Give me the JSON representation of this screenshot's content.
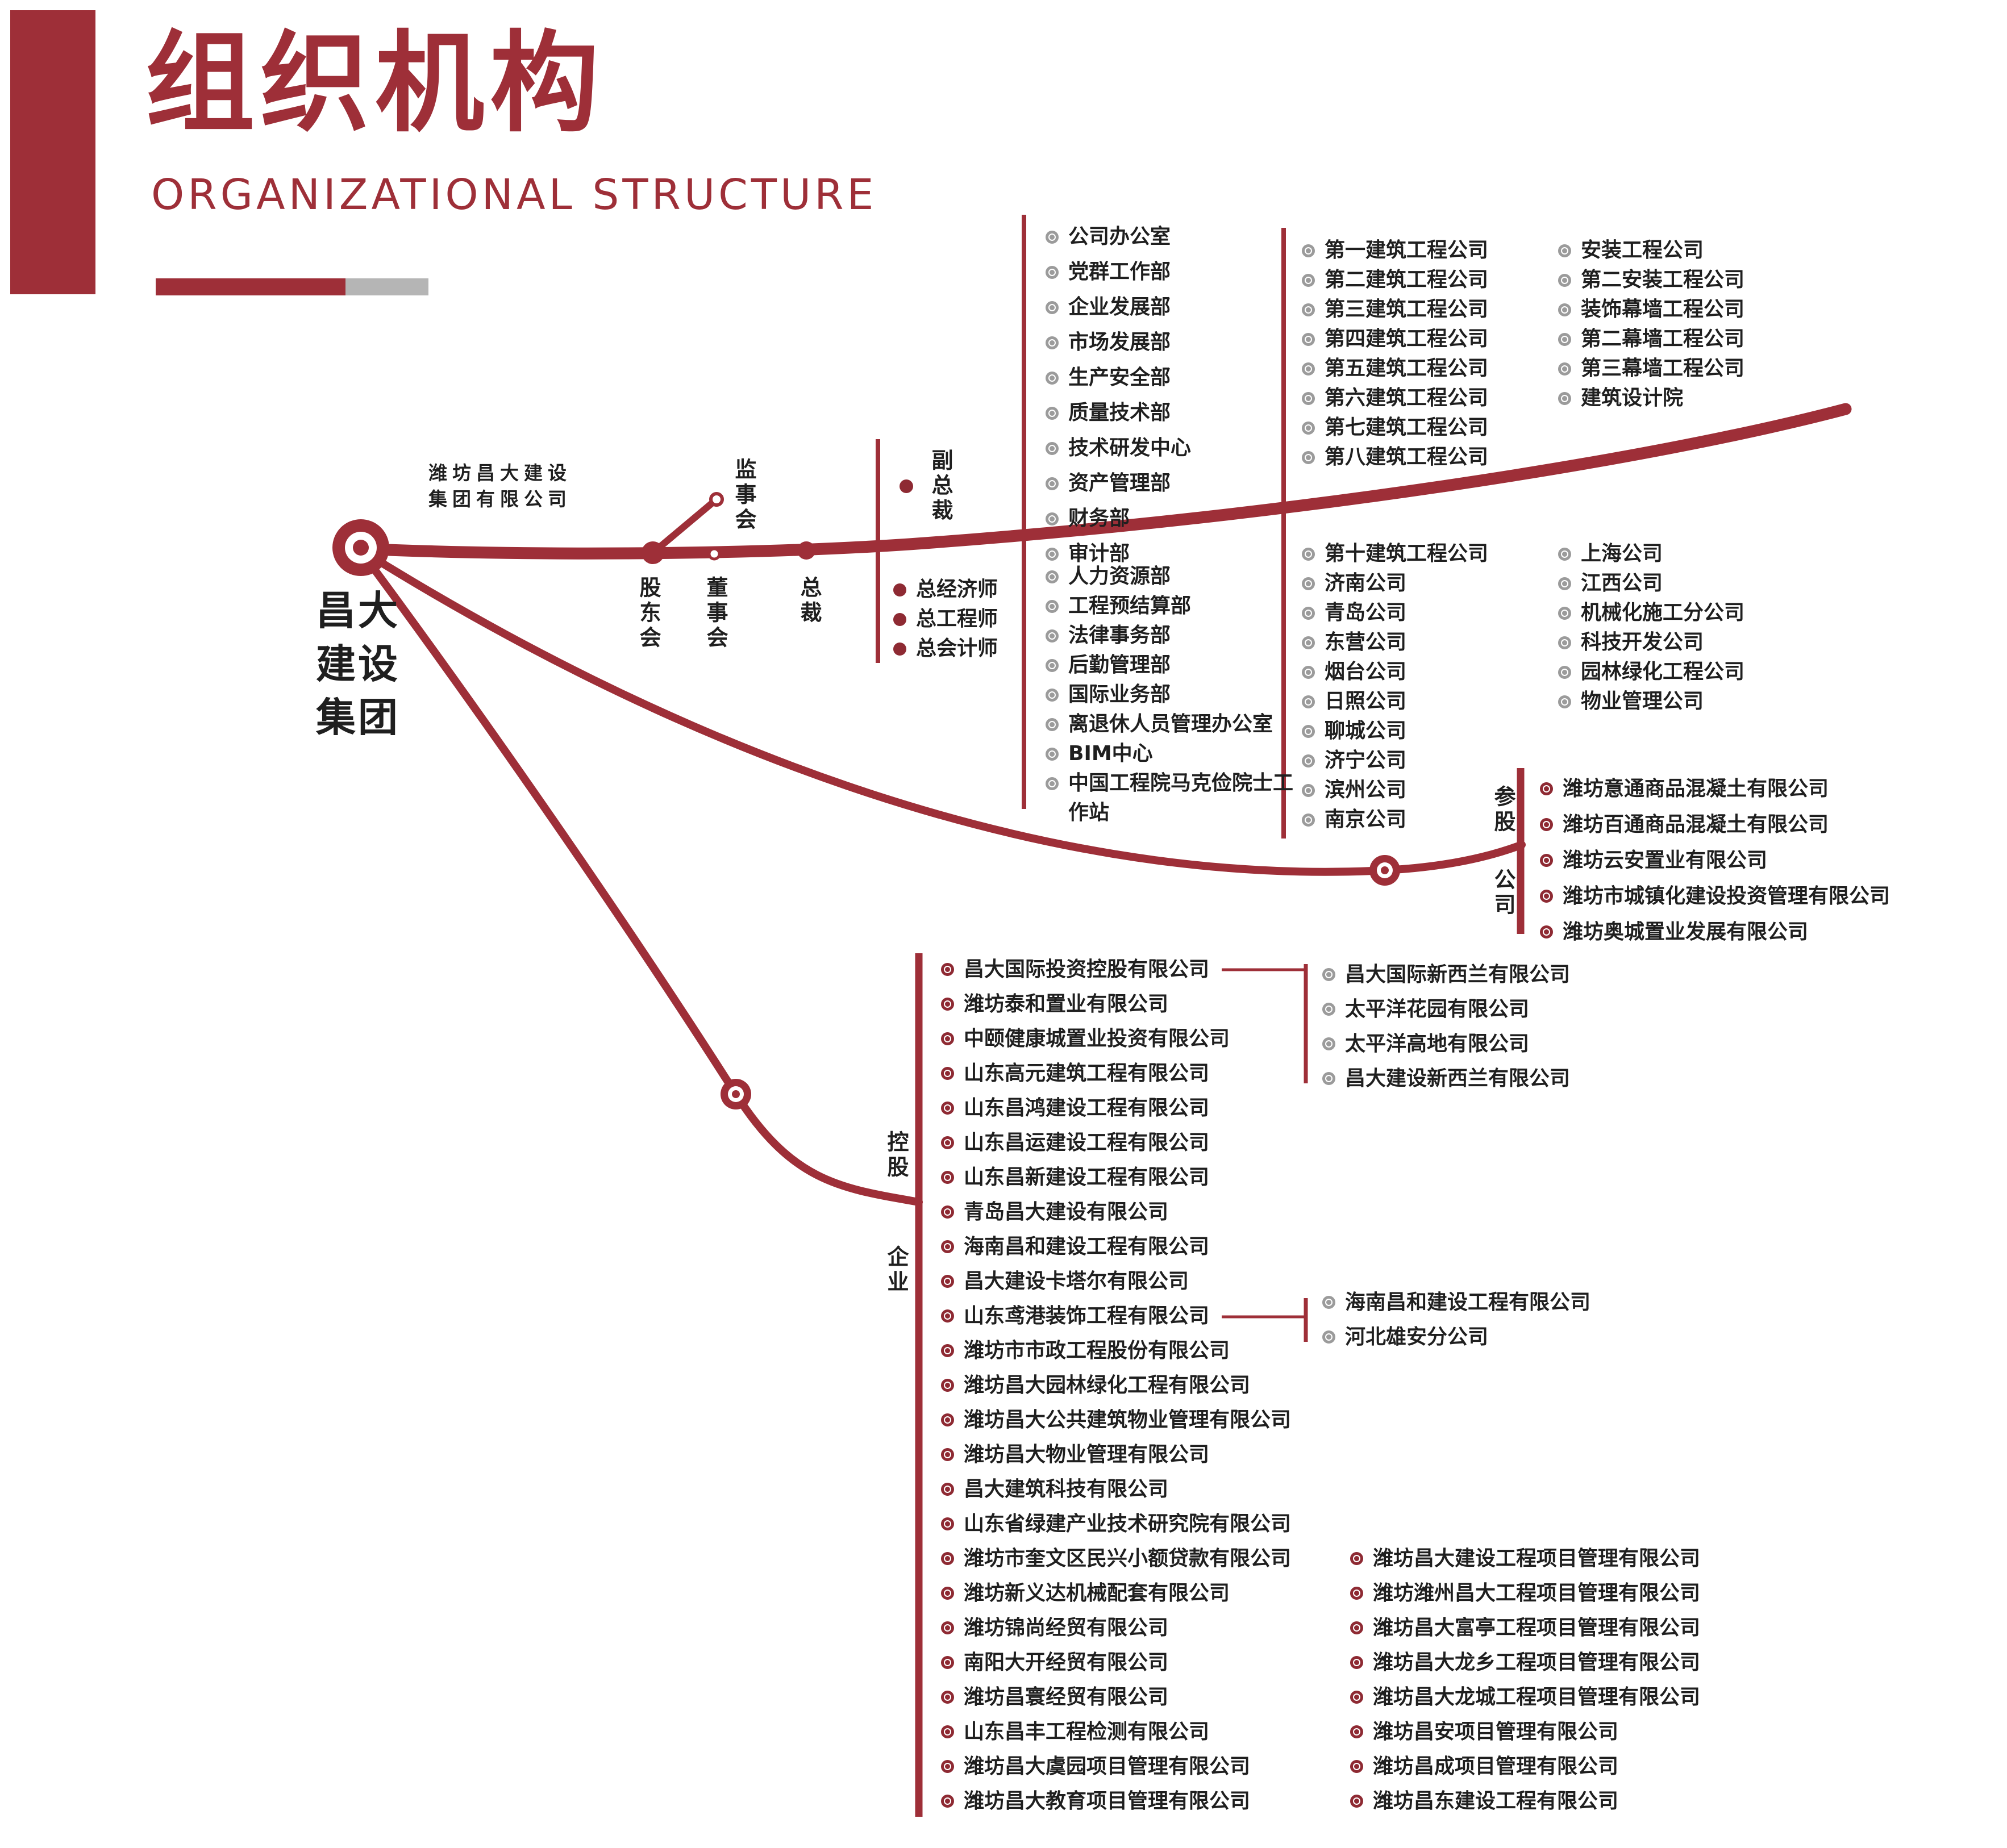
{
  "page": {
    "title": "组织机构",
    "subtitle": "ORGANIZATIONAL STRUCTURE"
  },
  "colors": {
    "primary_red": "#9e2f38",
    "bullet_red": "#8e2a33",
    "bullet_gray": "#9b9b9b",
    "bar_gray": "#b5b5b5",
    "text_dark": "#1f1f1f"
  },
  "root": {
    "full_name_line1": "潍坊昌大建设",
    "full_name_line2": "集团有限公司",
    "short_name_lines": [
      "昌大",
      "建设",
      "集团"
    ]
  },
  "governance": {
    "shareholders_label": "股东会",
    "board_label": "董事会",
    "supervisors_label": "监事会",
    "president_label": "总裁",
    "vice_president_label": "副总裁",
    "chiefs": {
      "items": [
        "总经济师",
        "总工程师",
        "总会计师"
      ]
    }
  },
  "lists": {
    "departments_top": {
      "items": [
        "公司办公室",
        "党群工作部",
        "企业发展部",
        "市场发展部",
        "生产安全部",
        "质量技术部",
        "技术研发中心",
        "资产管理部",
        "财务部",
        "审计部"
      ]
    },
    "departments_bottom": {
      "items": [
        "人力资源部",
        "工程预结算部",
        "法律事务部",
        "后勤管理部",
        "国际业务部",
        "离退休人员管理办公室",
        "BIM中心",
        "中国工程院马克俭院士工作站"
      ]
    },
    "construction_companies": {
      "items": [
        "第一建筑工程公司",
        "第二建筑工程公司",
        "第三建筑工程公司",
        "第四建筑工程公司",
        "第五建筑工程公司",
        "第六建筑工程公司",
        "第七建筑工程公司",
        "第八建筑工程公司"
      ]
    },
    "construction_companies_more": {
      "items": [
        "第十建筑工程公司",
        "济南公司",
        "青岛公司",
        "东营公司",
        "烟台公司",
        "日照公司",
        "聊城公司",
        "济宁公司",
        "滨州公司",
        "南京公司"
      ]
    },
    "installation_companies": {
      "items": [
        "安装工程公司",
        "第二安装工程公司",
        "装饰幕墙工程公司",
        "第二幕墙工程公司",
        "第三幕墙工程公司",
        "建筑设计院"
      ]
    },
    "regional_branches": {
      "items": [
        "上海公司",
        "江西公司",
        "机械化施工分公司",
        "科技开发公司",
        "园林绿化工程公司",
        "物业管理公司"
      ]
    },
    "equity_companies": {
      "label_top": "参股",
      "label_bottom": "公司",
      "items": [
        "潍坊意通商品混凝土有限公司",
        "潍坊百通商品混凝土有限公司",
        "潍坊云安置业有限公司",
        "潍坊市城镇化建设投资管理有限公司",
        "潍坊奥城置业发展有限公司"
      ]
    },
    "holding_companies": {
      "label_top": "控股",
      "label_bottom": "企业",
      "items": [
        "昌大国际投资控股有限公司",
        "潍坊泰和置业有限公司",
        "中颐健康城置业投资有限公司",
        "山东高元建筑工程有限公司",
        "山东昌鸿建设工程有限公司",
        "山东昌运建设工程有限公司",
        "山东昌新建设工程有限公司",
        "青岛昌大建设有限公司",
        "海南昌和建设工程有限公司",
        "昌大建设卡塔尔有限公司",
        "山东鸢港装饰工程有限公司",
        "潍坊市市政工程股份有限公司",
        "潍坊昌大园林绿化工程有限公司",
        "潍坊昌大公共建筑物业管理有限公司",
        "潍坊昌大物业管理有限公司",
        "昌大建筑科技有限公司",
        "山东省绿建产业技术研究院有限公司",
        "潍坊市奎文区民兴小额贷款有限公司",
        "潍坊新义达机械配套有限公司",
        "潍坊锦尚经贸有限公司",
        "南阳大开经贸有限公司",
        "潍坊昌寰经贸有限公司",
        "山东昌丰工程检测有限公司",
        "潍坊昌大虞园项目管理有限公司",
        "潍坊昌大教育项目管理有限公司"
      ]
    },
    "nz_subsidiaries": {
      "items": [
        "昌大国际新西兰有限公司",
        "太平洋花园有限公司",
        "太平洋高地有限公司",
        "昌大建设新西兰有限公司"
      ]
    },
    "yuangang_branches": {
      "items": [
        "海南昌和建设工程有限公司",
        "河北雄安分公司"
      ]
    },
    "project_management_companies": {
      "items": [
        "潍坊昌大建设工程项目管理有限公司",
        "潍坊潍州昌大工程项目管理有限公司",
        "潍坊昌大富亭工程项目管理有限公司",
        "潍坊昌大龙乡工程项目管理有限公司",
        "潍坊昌大龙城工程项目管理有限公司",
        "潍坊昌安项目管理有限公司",
        "潍坊昌成项目管理有限公司",
        "潍坊昌东建设工程有限公司"
      ]
    }
  }
}
